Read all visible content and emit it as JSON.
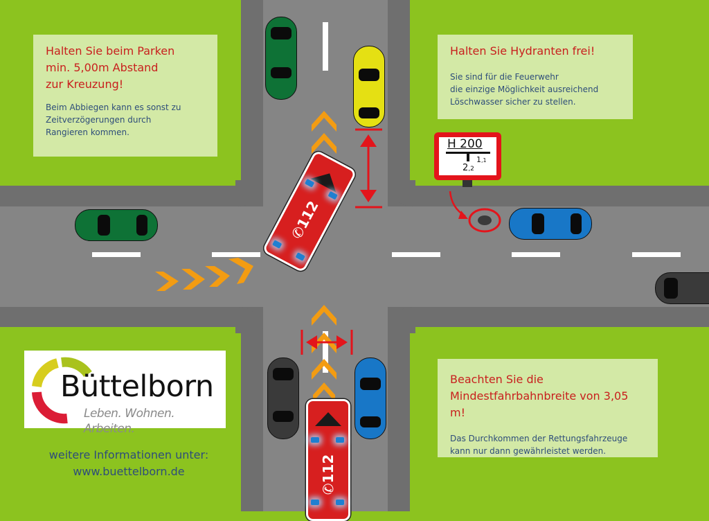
{
  "panels": {
    "parking": {
      "title_lines": [
        "Halten Sie beim Parken",
        "min. 5,00m Abstand",
        "zur Kreuzung!"
      ],
      "body_lines": [
        "Beim Abbiegen kann es sonst zu",
        "Zeitverzögerungen durch",
        "Rangieren kommen."
      ]
    },
    "hydrant": {
      "title": "Halten Sie Hydranten frei!",
      "body_lines": [
        "Sie sind für die Feuerwehr",
        "die einzige Möglichkeit ausreichend",
        "Löschwasser sicher zu stellen."
      ]
    },
    "width": {
      "title_lines": [
        "Beachten Sie die",
        "Mindestfahrbahnbreite von 3,05 m!"
      ],
      "body_lines": [
        "Das Durchkommen der Rettungsfahrzeuge",
        "kann nur dann gewährleistet werden."
      ]
    }
  },
  "hydrant_sign": {
    "label": "H 200",
    "right_value": "1,1",
    "right_main": "1",
    "right_sub": "1",
    "bottom_main": "2",
    "bottom_sub": "2"
  },
  "logo": {
    "name": "Büttelborn",
    "slogan": "Leben. Wohnen. Arbeiten."
  },
  "footer": {
    "info_line": "weitere Informationen unter:",
    "website": "www.buettelborn.de"
  },
  "vehicles": {
    "fire_truck_label": "112",
    "fire_truck_phone_icon": "phone-icon"
  },
  "colors": {
    "grass": "#8cc31f",
    "road": "#858585",
    "sidewalk": "#6f6f6f",
    "panel": "#d3e9a6",
    "title_red": "#c8201e",
    "body_blue": "#2e4d7a",
    "chevron_orange": "#f39c12",
    "marker_red": "#e3141b",
    "fire_red": "#d71f1f"
  }
}
